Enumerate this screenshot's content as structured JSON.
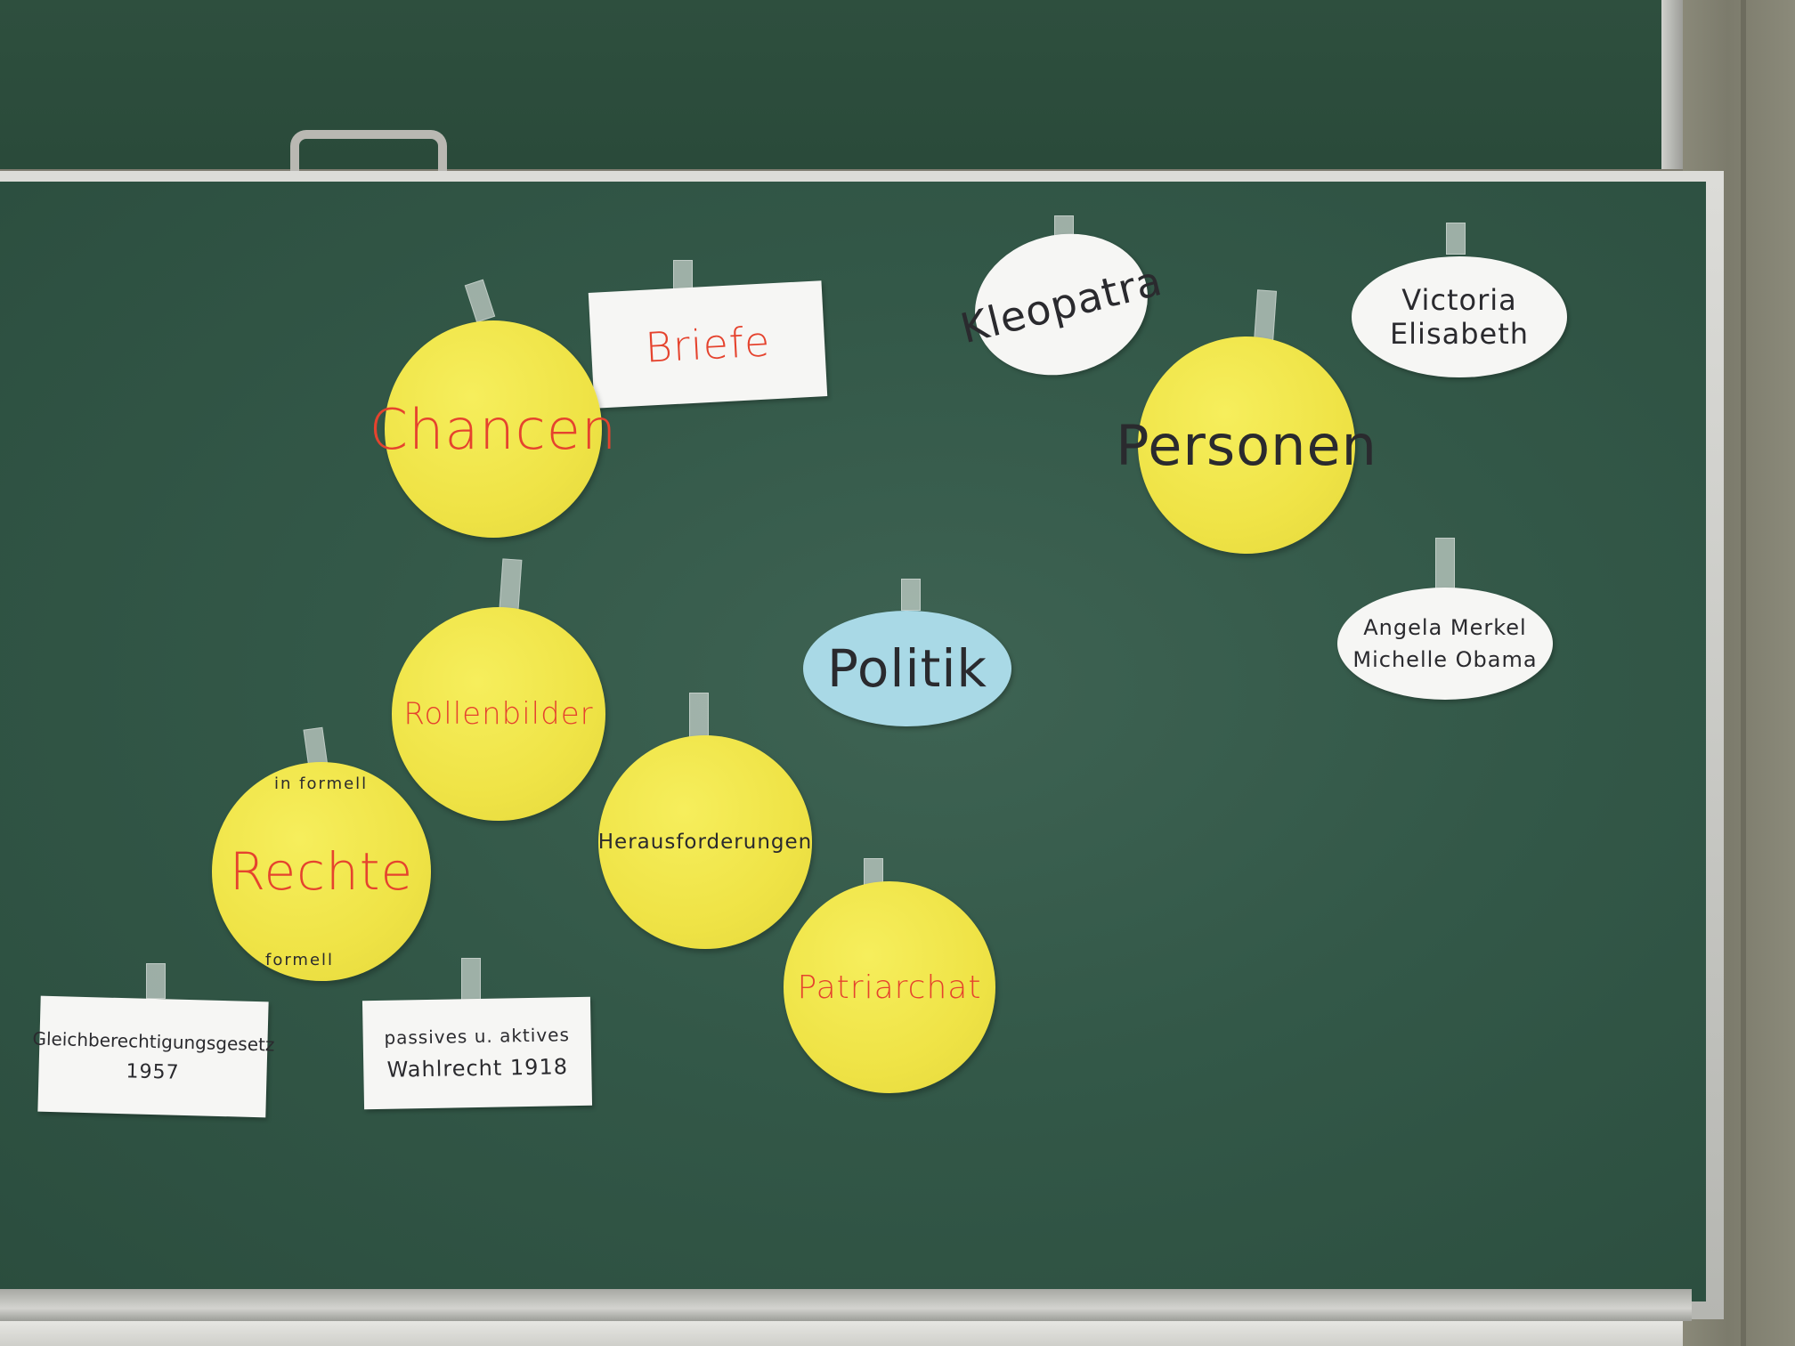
{
  "cards": {
    "chancen": "Chancen",
    "rollenbilder": "Rollenbilder",
    "rechte": "Rechte",
    "rechte_top": "in formell",
    "rechte_bottom": "formell",
    "herausforderungen": "Herausforderungen",
    "patriarchat": "Patriarchat",
    "personen": "Personen",
    "politik": "Politik"
  },
  "notes": {
    "briefe": "Briefe",
    "kleopatra": "Kleopatra",
    "victoria_line1": "Victoria",
    "victoria_line2": "Elisabeth",
    "merkel_line1": "Angela Merkel",
    "merkel_line2": "Michelle Obama",
    "gleich_line1": "Gleichberechtigungsgesetz",
    "gleich_line2": "1957",
    "wahl_line1": "passives u. aktives",
    "wahl_line2": "Wahlrecht 1918"
  },
  "colors": {
    "board": "#2f5444",
    "card_yellow": "#efe346",
    "card_white": "#f6f6f4",
    "card_blue": "#a9d9e6",
    "ink_red": "#e5432e",
    "ink_dark": "#2a2a2e"
  }
}
